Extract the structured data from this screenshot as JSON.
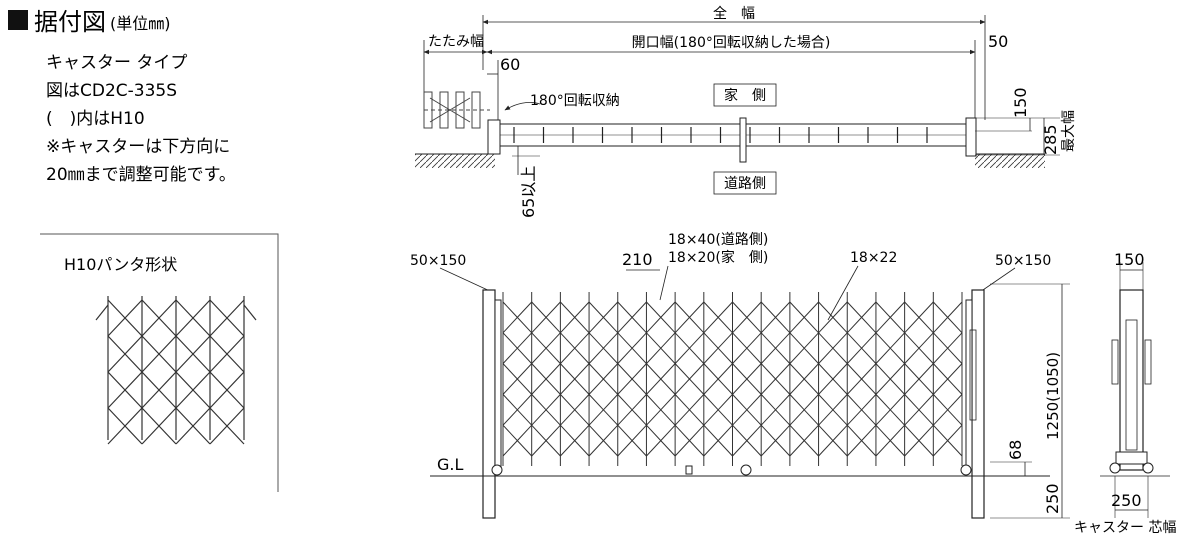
{
  "title": {
    "main": "据付図",
    "unit": "(単位㎜)"
  },
  "notes": [
    "キャスター タイプ",
    "図はCD2C-335S",
    "(　)内はH10",
    "※キャスターは下方向に",
    "20㎜まで調整可能です。"
  ],
  "pattern_box": {
    "title": "H10パンタ形状"
  },
  "plan": {
    "total_width": "全　幅",
    "fold_width": "たたみ幅",
    "opening_width": "開口幅(180°回転収納した場合)",
    "dim_50": "50",
    "dim_60": "60",
    "rotation_note": "180°回転収納",
    "house_side": "家　側",
    "road_side": "道路側",
    "dim_150": "150",
    "dim_285": "285",
    "max_width": "最大幅",
    "dim_65_up": "65以上"
  },
  "elevation": {
    "post_left": "50×150",
    "post_right": "50×150",
    "dim_210": "210",
    "bar_road": "18×40(道路側)",
    "bar_house": "18×20(家　側)",
    "bar_18x22": "18×22",
    "height": "1250(1050)",
    "dim_68": "68",
    "dim_250": "250",
    "ground": "G.L"
  },
  "side": {
    "dim_150": "150",
    "dim_250": "250",
    "caster_width": "キャスター 芯幅"
  }
}
